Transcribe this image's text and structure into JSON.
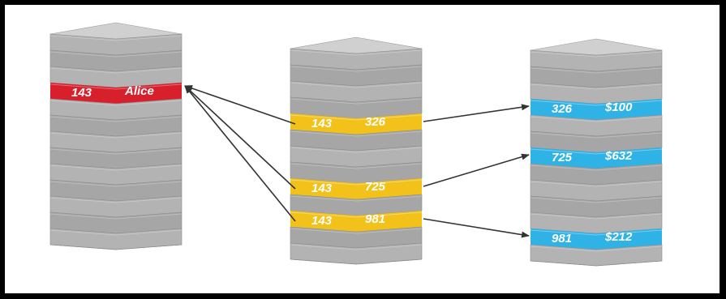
{
  "colors": {
    "background": "#ffffff",
    "frame": "#000000",
    "slab_top": "#bdbdbd",
    "slab_face": "#a8a8a8",
    "slab_side": "#c9c9c9",
    "users_highlight": "#d8202c",
    "orders_highlight": "#f2c21b",
    "purchases_highlight": "#2fb2e6",
    "arrow": "#333333"
  },
  "stacks": [
    {
      "id": "users",
      "rows": [
        {
          "cells": [
            "143",
            "Alice"
          ]
        }
      ]
    },
    {
      "id": "orders",
      "rows": [
        {
          "cells": [
            "143",
            "326"
          ]
        },
        {
          "cells": [
            "143",
            "725"
          ]
        },
        {
          "cells": [
            "143",
            "981"
          ]
        }
      ]
    },
    {
      "id": "purchases",
      "rows": [
        {
          "cells": [
            "326",
            "$100"
          ]
        },
        {
          "cells": [
            "725",
            "$632"
          ]
        },
        {
          "cells": [
            "981",
            "$212"
          ]
        }
      ]
    }
  ],
  "links": [
    {
      "from": "orders.0",
      "to": "users.0"
    },
    {
      "from": "orders.1",
      "to": "users.0"
    },
    {
      "from": "orders.2",
      "to": "users.0"
    },
    {
      "from": "orders.0",
      "to": "purchases.0"
    },
    {
      "from": "orders.1",
      "to": "purchases.1"
    },
    {
      "from": "orders.2",
      "to": "purchases.2"
    }
  ]
}
